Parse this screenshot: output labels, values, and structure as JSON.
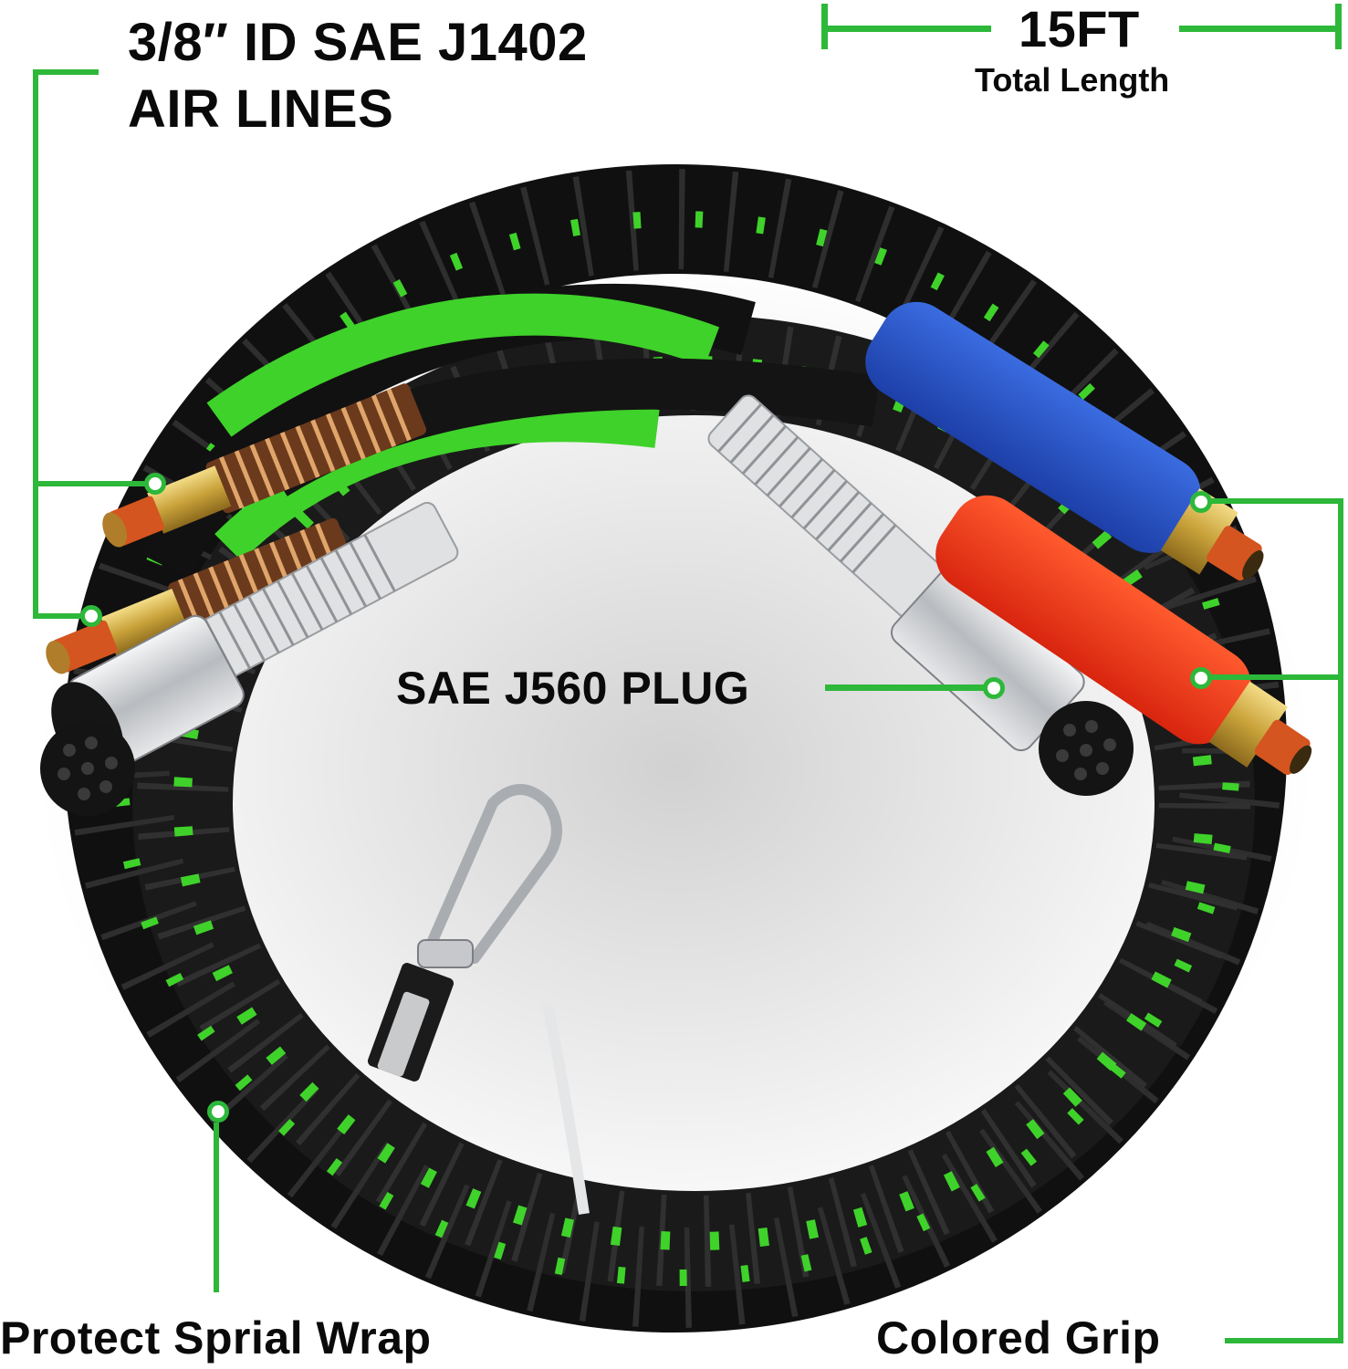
{
  "callouts": {
    "air_lines": {
      "line1": "3/8″ ID SAE J1402",
      "line2": "AIR LINES"
    },
    "length": {
      "value": "15FT",
      "caption": "Total Length"
    },
    "plug": {
      "label": "SAE J560 PLUG"
    },
    "spiral_wrap": {
      "label": "Protect Sprial Wrap"
    },
    "grip": {
      "label": "Colored Grip"
    }
  },
  "product": {
    "description": "3-in-1 air and electrical hose assembly coiled in black spiral wrap",
    "components": [
      "green air hose",
      "black air hose",
      "black electrical cable",
      "two brass gladhand fittings with copper spring guards",
      "two 7-pin chrome SAE J560 plugs with silver spring guards",
      "blue grip handle",
      "red grip handle",
      "stainless carabiner clip with strap",
      "white cable tie"
    ],
    "plug_pin_count": 7
  },
  "colors": {
    "callout_green": "#2db83a",
    "hose_green": "#3fd22a",
    "spiral_black": "#141414",
    "grip_blue": "#2553c9",
    "grip_red": "#f0341c",
    "brass": "#c9a23a",
    "thread_orange": "#d4551f",
    "chrome": "#c4c6c9",
    "background": "#ffffff"
  }
}
